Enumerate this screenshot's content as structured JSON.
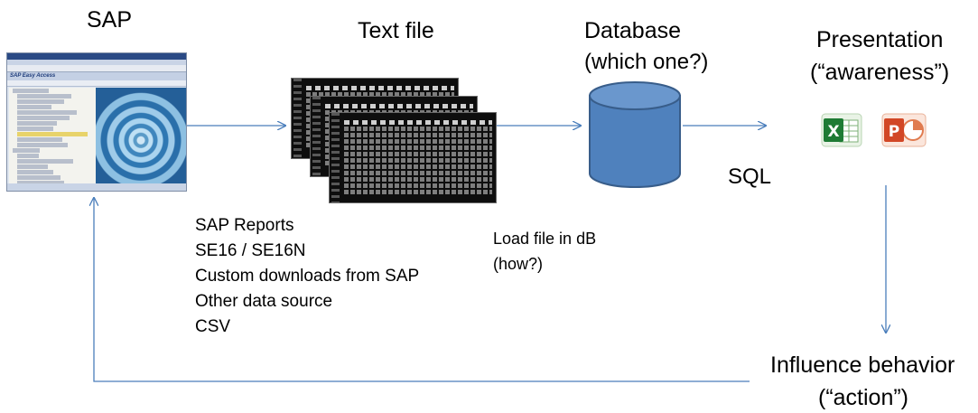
{
  "nodes": {
    "sap": {
      "title": "SAP"
    },
    "text_file": {
      "title": "Text file"
    },
    "database": {
      "title": "Database",
      "subtitle": "(which one?)"
    },
    "presentation": {
      "title": "Presentation",
      "subtitle": "(“awareness”)"
    },
    "influence": {
      "title": "Influence behavior",
      "subtitle": "(“action”)"
    }
  },
  "sources": {
    "lines": [
      "SAP Reports",
      "SE16 / SE16N",
      "Custom downloads  from SAP",
      "Other data source",
      "CSV"
    ]
  },
  "load_note": {
    "lines": [
      "Load file in dB",
      "(how?)"
    ]
  },
  "edge_labels": {
    "sql": "SQL"
  },
  "sap_screenshot": {
    "header": "SAP Easy Access"
  },
  "icons": [
    "sap-easy-access-screenshot",
    "text-file-icon",
    "database-cylinder-icon",
    "excel-icon",
    "powerpoint-icon"
  ],
  "colors": {
    "arrow": "#4a7ebb",
    "cylinder_fill": "#4f81bd",
    "cylinder_stroke": "#385d8a",
    "excel_green": "#1e7b34",
    "powerpoint_orange": "#d24726"
  }
}
